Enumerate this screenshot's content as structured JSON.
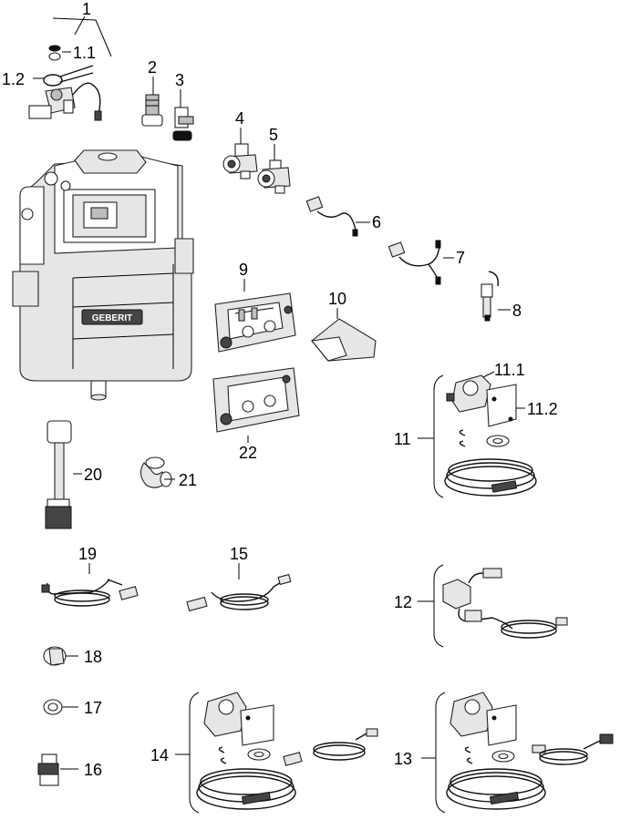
{
  "labels": {
    "l1": "1",
    "l1_1": "1.1",
    "l1_2": "1.2",
    "l2": "2",
    "l3": "3",
    "l4": "4",
    "l5": "5",
    "l6": "6",
    "l7": "7",
    "l8": "8",
    "l9": "9",
    "l10": "10",
    "l11": "11",
    "l11_1": "11.1",
    "l11_2": "11.2",
    "l12": "12",
    "l13": "13",
    "l14": "14",
    "l15": "15",
    "l16": "16",
    "l17": "17",
    "l18": "18",
    "l19": "19",
    "l20": "20",
    "l21": "21",
    "l22": "22"
  },
  "brand": {
    "logo_text": "GEBERIT"
  }
}
